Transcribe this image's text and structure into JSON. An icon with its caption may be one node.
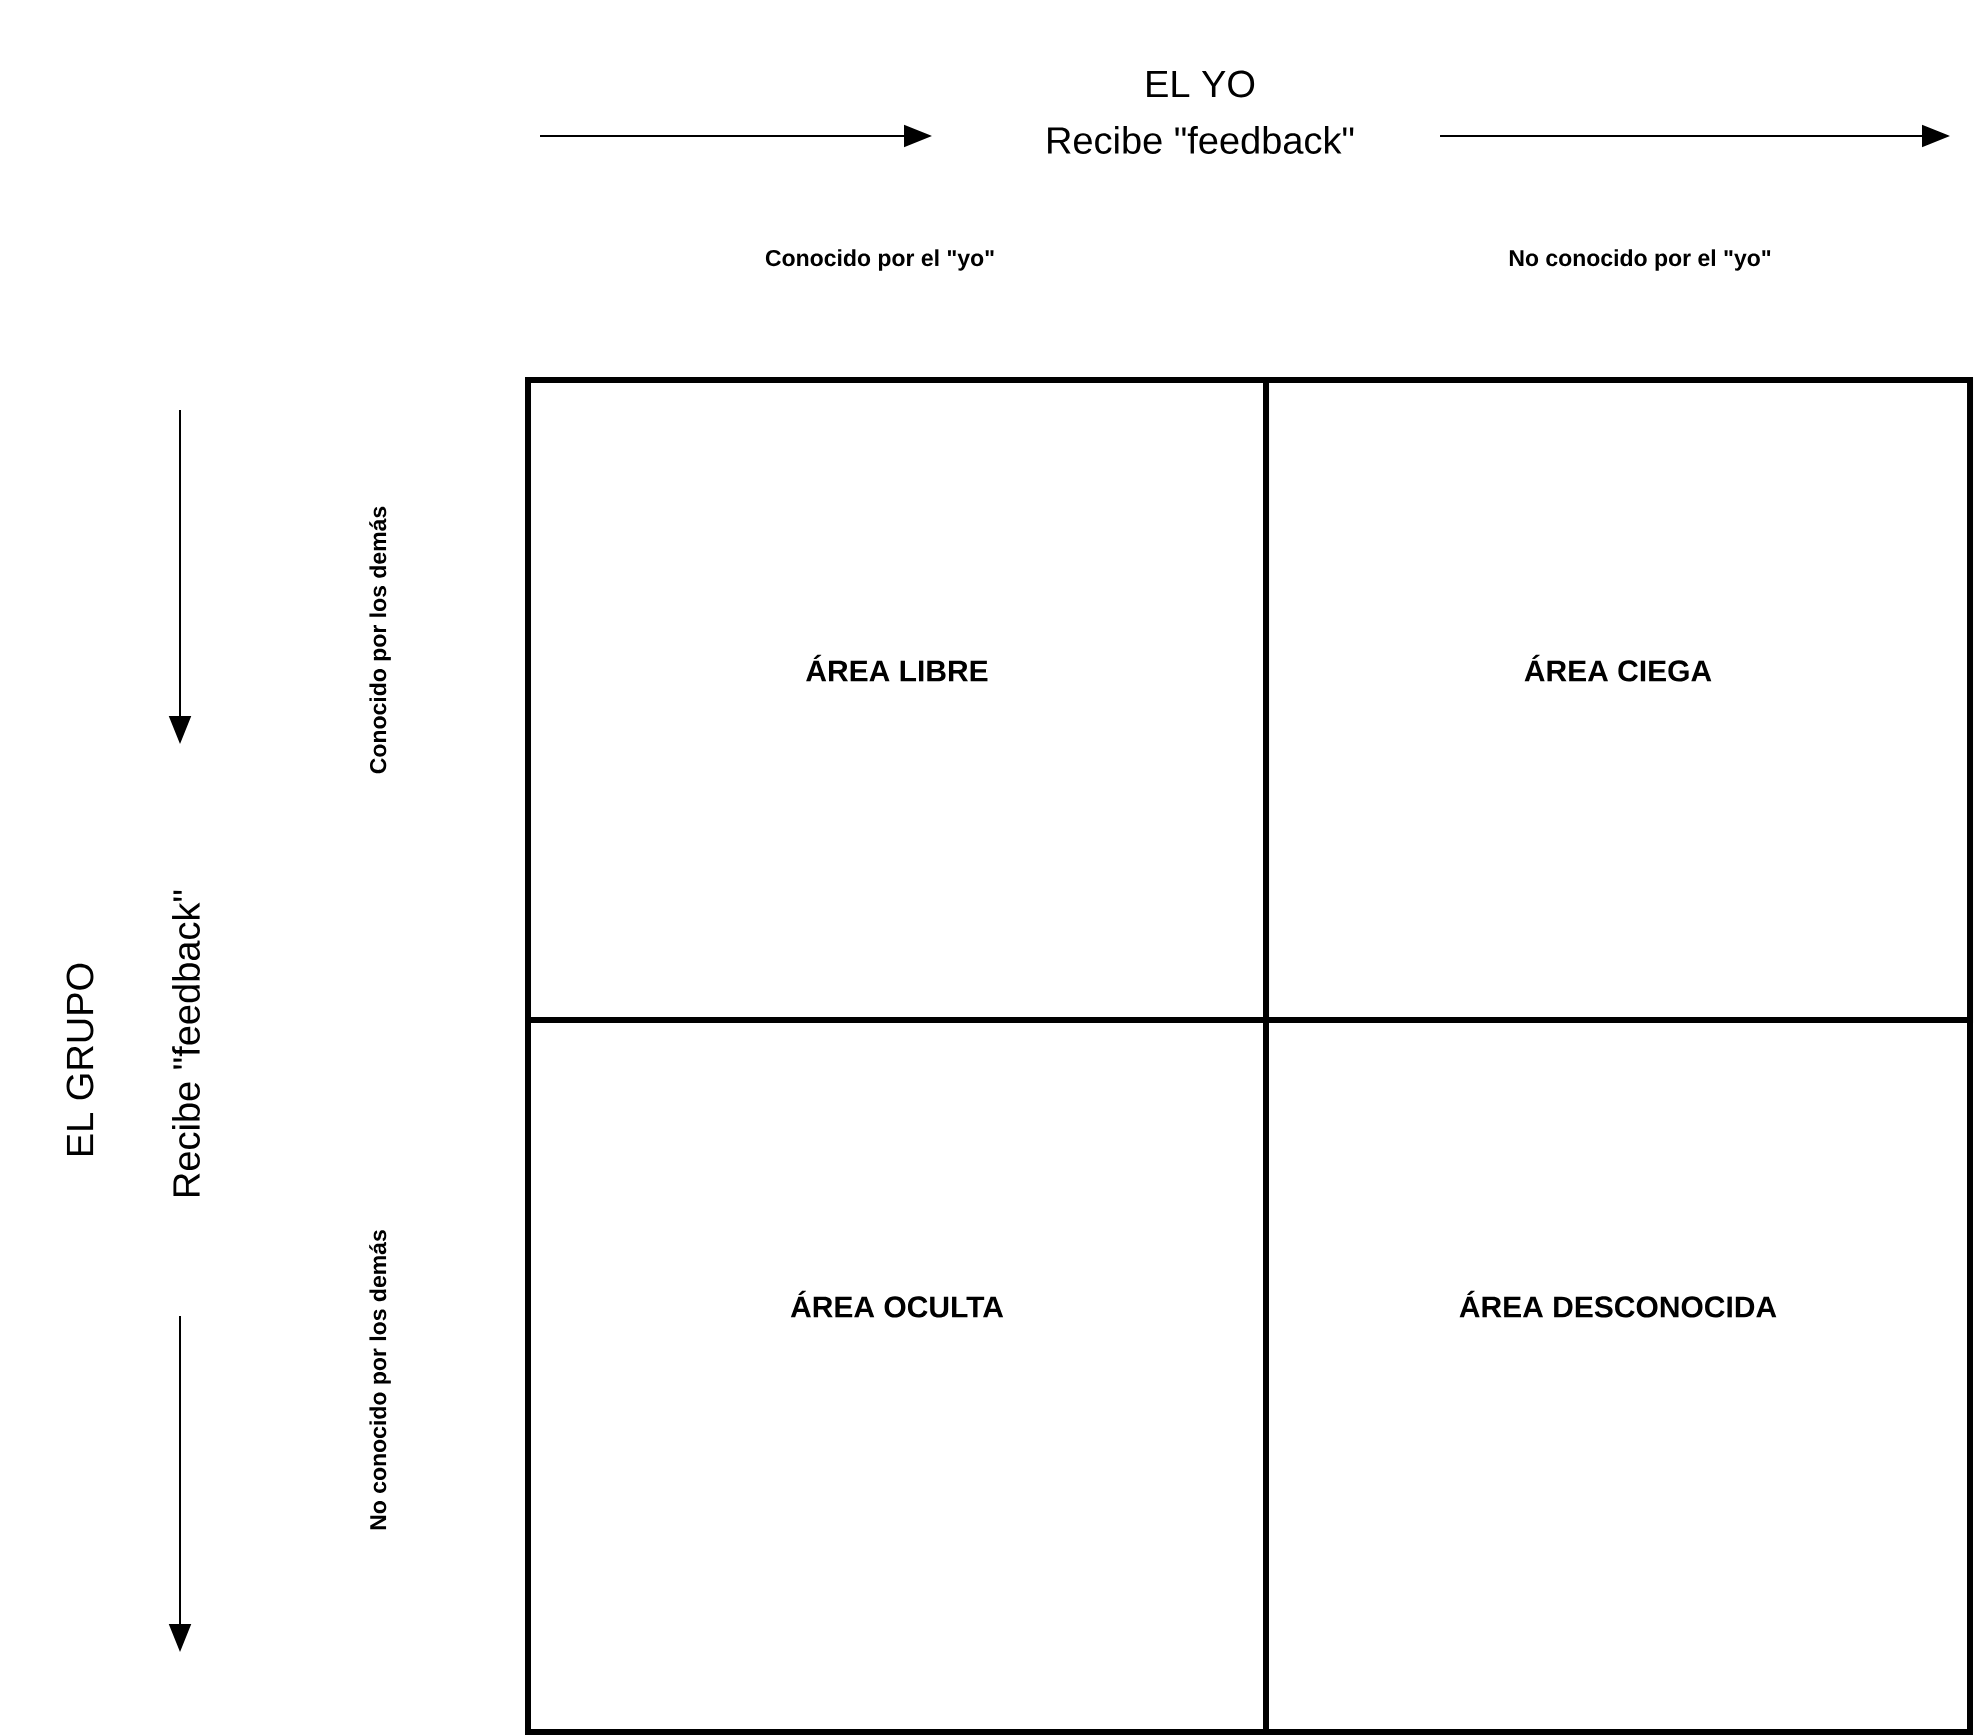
{
  "diagram": {
    "nodes": [
      {
        "text": [
          "ÁREA LIBRE"
        ]
      },
      {
        "text": [
          "ÁREA CIEGA"
        ]
      },
      {
        "text": [
          "ÁREA OCULTA"
        ]
      },
      {
        "text": [
          "ÁREA DESCONOCIDA"
        ]
      }
    ],
    "labels": [
      "EL YO",
      "Recibe \"feedback\"",
      "Conocido por el \"yo\"",
      "No conocido por el \"yo\"",
      "EL GRUPO",
      "Recibe \"feedback\"",
      "Conocido por los demás",
      "No conocido por los demás"
    ]
  }
}
